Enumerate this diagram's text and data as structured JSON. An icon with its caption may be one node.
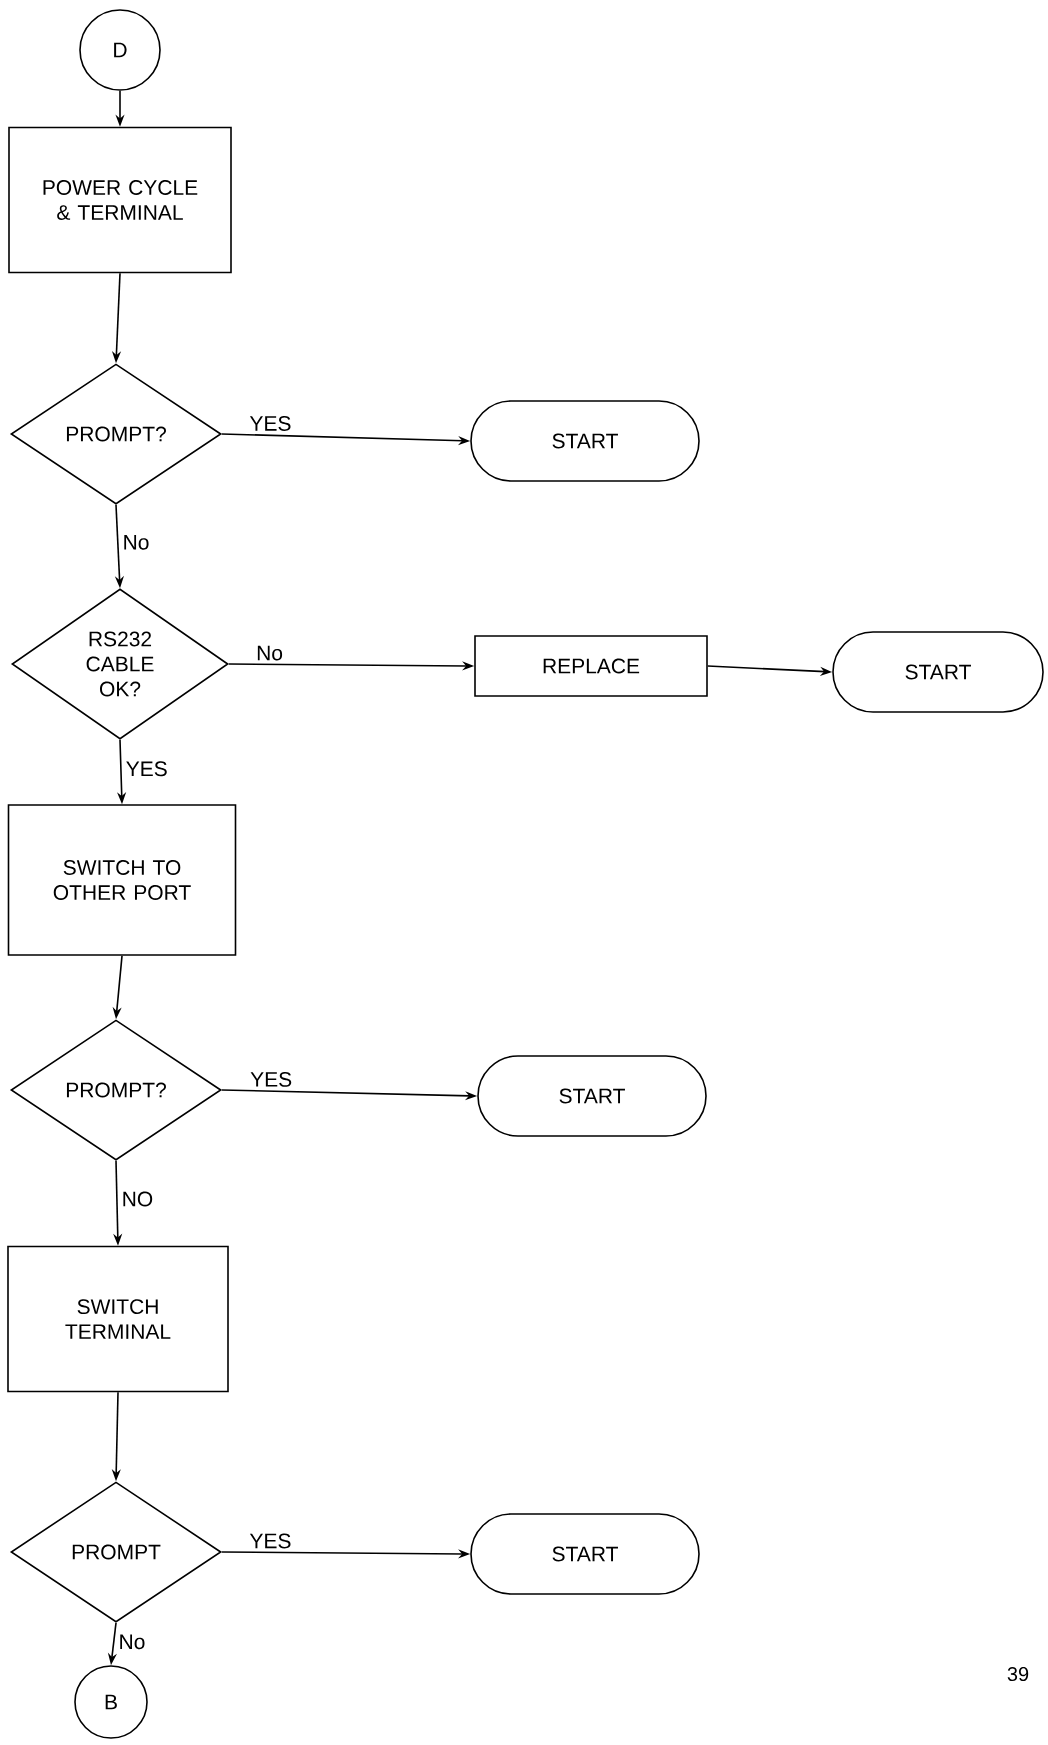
{
  "diagram": {
    "nodes": [
      {
        "text": [
          "D"
        ]
      },
      {
        "text": [
          "POWER CYCLE & TERMINAL"
        ]
      },
      {
        "text": [
          "PROMPT?"
        ]
      },
      {
        "text": [
          "START"
        ]
      },
      {
        "text": [
          "RS232 CABLE OK?"
        ]
      },
      {
        "text": [
          "REPLACE"
        ]
      },
      {
        "text": [
          "START"
        ]
      },
      {
        "text": [
          "SWITCH TO OTHER PORT"
        ]
      },
      {
        "text": [
          "PROMPT?"
        ]
      },
      {
        "text": [
          "START"
        ]
      },
      {
        "text": [
          "SWITCH TERMINAL"
        ]
      },
      {
        "text": [
          "PROMPT"
        ]
      },
      {
        "text": [
          "START"
        ]
      },
      {
        "text": [
          "B"
        ]
      }
    ],
    "edges": [
      {
        "from": 0,
        "to": 1,
        "arrow": "to"
      },
      {
        "from": 1,
        "to": 2,
        "arrow": "to"
      },
      {
        "from": 2,
        "to": 3,
        "arrow": "to",
        "label": "YES"
      },
      {
        "from": 2,
        "to": 4,
        "arrow": "to",
        "label": "No"
      },
      {
        "from": 4,
        "to": 5,
        "arrow": "to",
        "label": "No"
      },
      {
        "from": 5,
        "to": 6,
        "arrow": "to"
      },
      {
        "from": 4,
        "to": 7,
        "arrow": "to",
        "label": "YES"
      },
      {
        "from": 7,
        "to": 8,
        "arrow": "to"
      },
      {
        "from": 8,
        "to": 9,
        "arrow": "to",
        "label": "YES"
      },
      {
        "from": 8,
        "to": 10,
        "arrow": "to",
        "label": "NO"
      },
      {
        "from": 10,
        "to": 11,
        "arrow": "to"
      },
      {
        "from": 11,
        "to": 12,
        "arrow": "to",
        "label": "YES"
      },
      {
        "from": 11,
        "to": 13,
        "arrow": "to",
        "label": "No"
      }
    ],
    "labels": [
      "39"
    ]
  }
}
